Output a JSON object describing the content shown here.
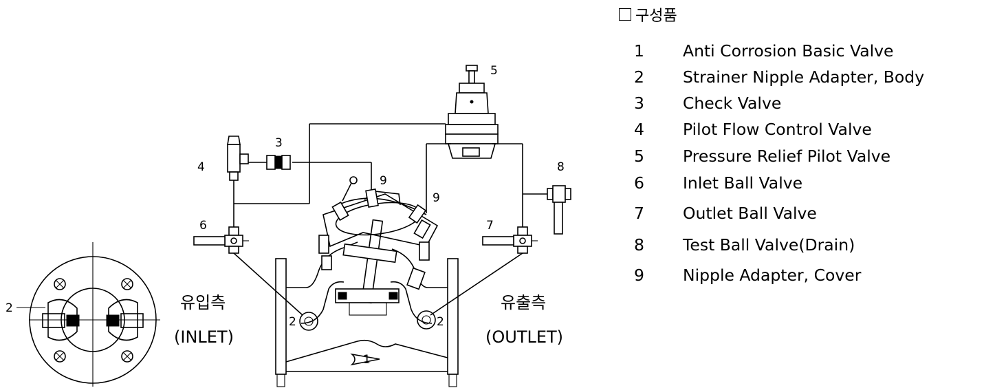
{
  "callouts": {
    "c1": "1",
    "c2_left": "2",
    "c2_body_in": "2",
    "c2_body_out": "2",
    "c3": "3",
    "c4": "4",
    "c5": "5",
    "c6": "6",
    "c7": "7",
    "c8": "8",
    "c9_a": "9",
    "c9_b": "9"
  },
  "side_labels": {
    "inlet_ko": "유입측",
    "inlet_en": "(INLET)",
    "outlet_ko": "유출측",
    "outlet_en": "(OUTLET)"
  },
  "legend": {
    "title": "구성품",
    "items": [
      {
        "num": "1",
        "label": "Anti Corrosion Basic Valve"
      },
      {
        "num": "2",
        "label": "Strainer Nipple Adapter, Body"
      },
      {
        "num": "3",
        "label": "Check Valve"
      },
      {
        "num": "4",
        "label": "Pilot Flow Control Valve"
      },
      {
        "num": "5",
        "label": "Pressure Relief Pilot Valve"
      },
      {
        "num": "6",
        "label": "Inlet Ball Valve"
      },
      {
        "num": "7",
        "label": "Outlet Ball Valve"
      },
      {
        "num": "8",
        "label": "Test Ball Valve(Drain)"
      },
      {
        "num": "9",
        "label": "Nipple Adapter, Cover"
      }
    ]
  }
}
